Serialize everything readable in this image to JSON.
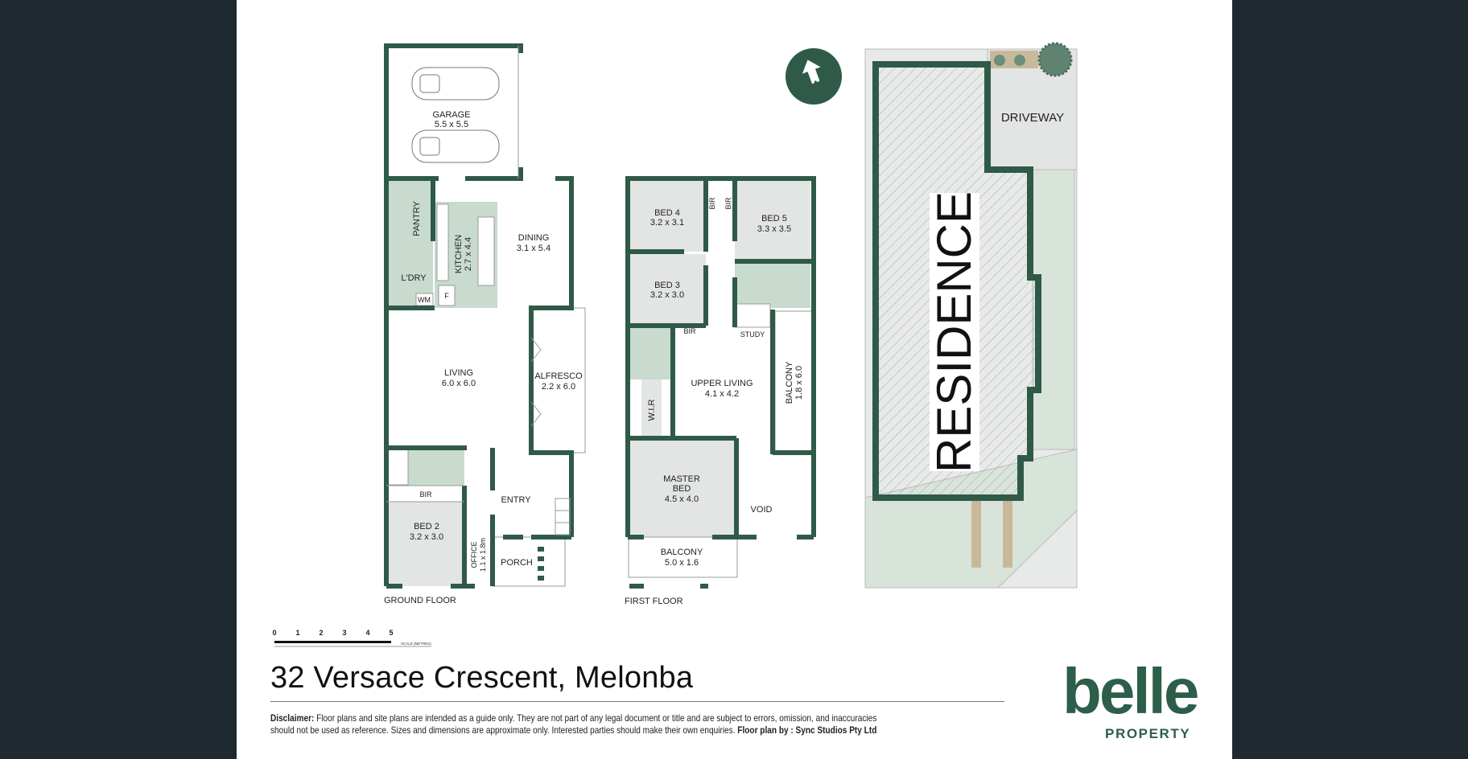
{
  "ground_floor": {
    "label": "GROUND FLOOR",
    "rooms": {
      "garage": {
        "name": "GARAGE",
        "dims": "5.5 x 5.5"
      },
      "pantry": {
        "name": "PANTRY"
      },
      "kitchen": {
        "name": "KITCHEN",
        "dims": "2.7 x 4.4"
      },
      "dining": {
        "name": "DINING",
        "dims": "3.1 x 5.4"
      },
      "laundry": {
        "name": "L'DRY"
      },
      "wm": {
        "name": "WM"
      },
      "fridge": {
        "name": "F"
      },
      "living": {
        "name": "LIVING",
        "dims": "6.0 x 6.0"
      },
      "alfresco": {
        "name": "ALFRESCO",
        "dims": "2.2 x 6.0"
      },
      "bir": {
        "name": "BIR"
      },
      "entry": {
        "name": "ENTRY"
      },
      "bed2": {
        "name": "BED 2",
        "dims": "3.2 x 3.0"
      },
      "office": {
        "name": "OFFICE",
        "dims": "1.1 x 1.8m"
      },
      "porch": {
        "name": "PORCH"
      }
    }
  },
  "first_floor": {
    "label": "FIRST FLOOR",
    "rooms": {
      "bed4": {
        "name": "BED 4",
        "dims": "3.2 x 3.1"
      },
      "bir4": {
        "name": "BIR"
      },
      "bir5": {
        "name": "BIR"
      },
      "bed5": {
        "name": "BED 5",
        "dims": "3.3 x 3.5"
      },
      "bed3": {
        "name": "BED 3",
        "dims": "3.2 x 3.0"
      },
      "bir3": {
        "name": "BIR"
      },
      "study": {
        "name": "STUDY"
      },
      "upper_living": {
        "name": "UPPER LIVING",
        "dims": "4.1 x 4.2"
      },
      "balcony_side": {
        "name": "BALCONY",
        "dims": "1.8 x 6.0"
      },
      "wir": {
        "name": "W.I.R"
      },
      "master": {
        "name": "MASTER",
        "name2": "BED",
        "dims": "4.5 x 4.0"
      },
      "void": {
        "name": "VOID"
      },
      "balcony_rear": {
        "name": "BALCONY",
        "dims": "5.0 x 1.6"
      }
    }
  },
  "site_plan": {
    "residence": "RESIDENCE",
    "driveway": "DRIVEWAY"
  },
  "north_arrow": {
    "letter": "N"
  },
  "scale": {
    "ticks": [
      "0",
      "1",
      "2",
      "3",
      "4",
      "5"
    ],
    "label": "SCALE (METRES)"
  },
  "address": "32 Versace Crescent, Melonba",
  "disclaimer": {
    "heading": "Disclaimer:",
    "text1": " Floor plans and site plans are intended as a guide only. They are not part of any legal document or title and are subject to errors, omission, and inaccuracies",
    "text2": "should not be used as reference. Sizes and dimensions are approximate only. Interested parties should make their own enquiries. ",
    "credit": "Floor plan by : Sync Studios Pty Ltd"
  },
  "brand": {
    "name": "belle",
    "sub": "PROPERTY",
    "color": "#2c5e49"
  },
  "colors": {
    "wall": "#2f5a48",
    "wet": "#c9dacf",
    "room": "#e3e5e4",
    "background": "#1e2a30"
  }
}
